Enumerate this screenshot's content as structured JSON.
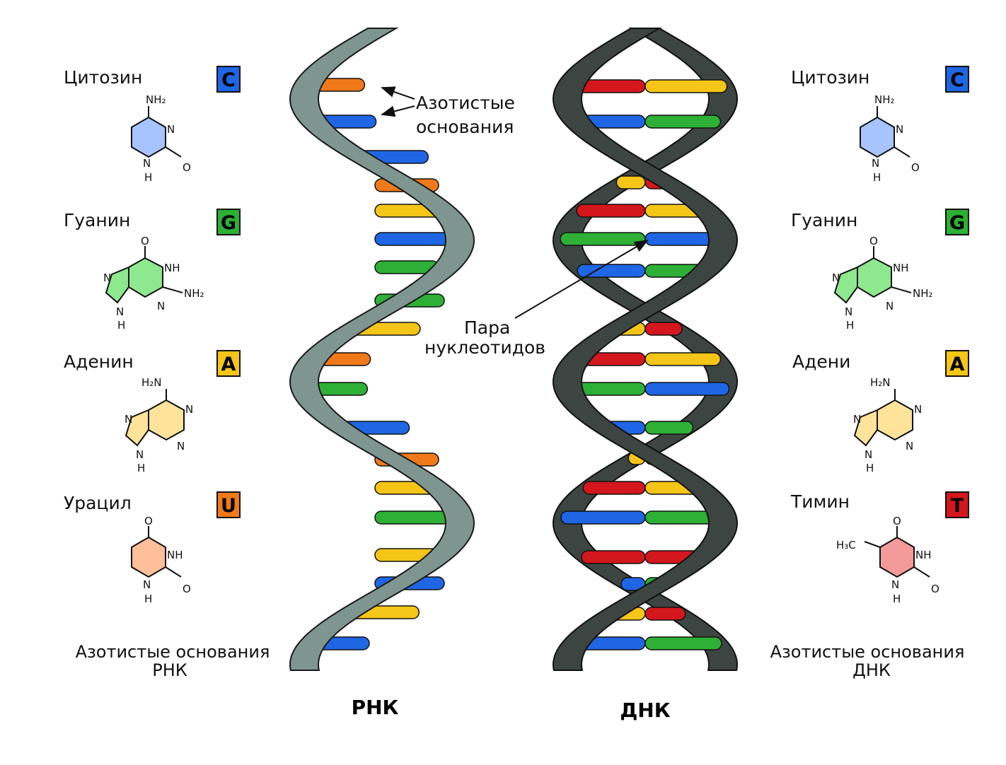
{
  "colors": {
    "cytosine": "#1f66e5",
    "guanine": "#2db035",
    "adenine": "#f5c518",
    "uracil": "#f07a1a",
    "thymine": "#d4171c",
    "rna_backbone": "#7f9690",
    "dna_backbone": "#3c4542",
    "cytosine_ring": "#a8c4ff",
    "guanine_ring": "#8ee88e",
    "adenine_ring": "#ffe39a",
    "uracil_ring": "#ffbf99",
    "thymine_ring": "#f59a9a"
  },
  "rna": {
    "title": "РНК",
    "caption_line1": "Азотистые основания",
    "caption_line2": "РНК",
    "bases": [
      {
        "name": "Цитозин",
        "letter": "C",
        "color_key": "cytosine"
      },
      {
        "name": "Гуанин",
        "letter": "G",
        "color_key": "guanine"
      },
      {
        "name": "Аденин",
        "letter": "A",
        "color_key": "adenine"
      },
      {
        "name": "Урацил",
        "letter": "U",
        "color_key": "uracil"
      }
    ]
  },
  "dna": {
    "title": "ДНК",
    "caption_line1": "Азотистые основания",
    "caption_line2": "ДНК",
    "bases": [
      {
        "name": "Цитозин",
        "letter": "C",
        "color_key": "cytosine"
      },
      {
        "name": "Гуанин",
        "letter": "G",
        "color_key": "guanine"
      },
      {
        "name": "Адени",
        "letter": "A",
        "color_key": "adenine"
      },
      {
        "name": "Тимин",
        "letter": "T",
        "color_key": "thymine"
      }
    ]
  },
  "annotations": {
    "bases_line1": "Азотистые",
    "bases_line2": "основания",
    "pair_line1": "Пара",
    "pair_line2": "нуклеотидов"
  },
  "molecule_labels": {
    "nh2": "NH₂",
    "h2n": "H₂N",
    "n": "N",
    "h": "H",
    "nh": "NH",
    "o": "O",
    "h3c": "H₃C"
  }
}
